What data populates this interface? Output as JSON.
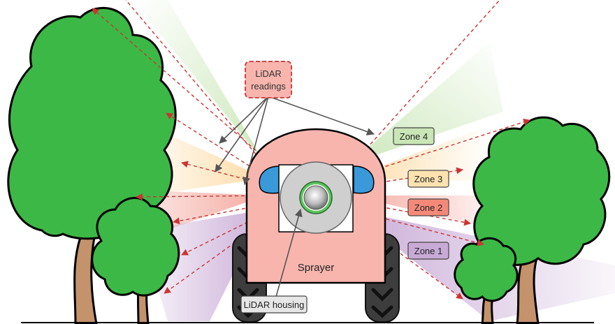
{
  "labels": {
    "lidar_readings_line1": "LiDAR",
    "lidar_readings_line2": "readings",
    "zone4": "Zone 4",
    "zone3": "Zone 3",
    "zone2": "Zone 2",
    "zone1": "Zone 1",
    "sprayer": "Sprayer",
    "lidar_housing": "LiDAR housing"
  },
  "colors": {
    "zone4": "#c9e6b6",
    "zone3": "#fde2b0",
    "zone2": "#f4897a",
    "zone1": "#c8aad6",
    "body": "#f8b5ae",
    "wheel_guard": "#3a9ad9",
    "tree_foliage": "#3cb846",
    "tree_trunk": "#c4926b",
    "ray": "#cc3333"
  }
}
